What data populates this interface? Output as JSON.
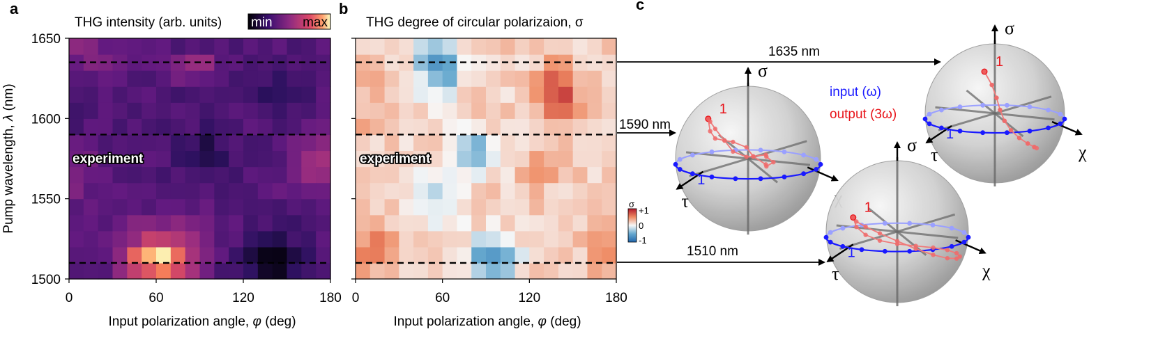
{
  "panels": {
    "a": "a",
    "b": "b",
    "c": "c"
  },
  "chart_data": [
    {
      "type": "heatmap",
      "id": "a",
      "title": "THG intensity (arb. units)",
      "xlabel_prefix": "Input polarization angle,",
      "xlabel_symbol": "φ",
      "xlabel_suffix": "(deg)",
      "ylabel_prefix": "Pump wavelength,",
      "ylabel_symbol": "λ",
      "ylabel_suffix": "(nm)",
      "xlim": [
        0,
        180
      ],
      "ylim": [
        1500,
        1650
      ],
      "xticks": [
        "0",
        "60",
        "120",
        "180"
      ],
      "yticks": [
        "1500",
        "1550",
        "1600",
        "1650"
      ],
      "colorbar": {
        "min_label": "min",
        "max_label": "max",
        "colormap": "magma"
      },
      "overlay_label": "experiment",
      "dashed_lines_nm": [
        1510,
        1590,
        1635
      ],
      "grid": {
        "x_cells": 18,
        "y_cells": 15,
        "value_range": [
          0,
          1
        ]
      }
    },
    {
      "type": "heatmap",
      "id": "b",
      "title": "THG degree of circular polarizaion, σ",
      "xlabel_prefix": "Input polarization angle,",
      "xlabel_symbol": "φ",
      "xlabel_suffix": "(deg)",
      "xlim": [
        0,
        180
      ],
      "ylim": [
        1500,
        1650
      ],
      "xticks": [
        "0",
        "60",
        "120",
        "180"
      ],
      "colorbar": {
        "title": "σ",
        "labels": [
          "+1",
          "0",
          "-1"
        ],
        "range": [
          -1,
          1
        ],
        "colormap": "RdBu_r"
      },
      "overlay_label": "experiment",
      "dashed_lines_nm": [
        1510,
        1590,
        1635
      ],
      "grid": {
        "x_cells": 18,
        "y_cells": 15,
        "value_range": [
          -1,
          1
        ]
      }
    }
  ],
  "panel_c": {
    "legend": {
      "input": "input (ω)",
      "output": "output (3ω)",
      "input_color": "#1a1aff",
      "output_color": "#e8141a"
    },
    "axis_labels": {
      "sigma": "σ",
      "chi": "χ",
      "tau": "τ"
    },
    "start_marker": "1",
    "wavelengths": [
      "1635 nm",
      "1590 nm",
      "1510 nm"
    ]
  }
}
